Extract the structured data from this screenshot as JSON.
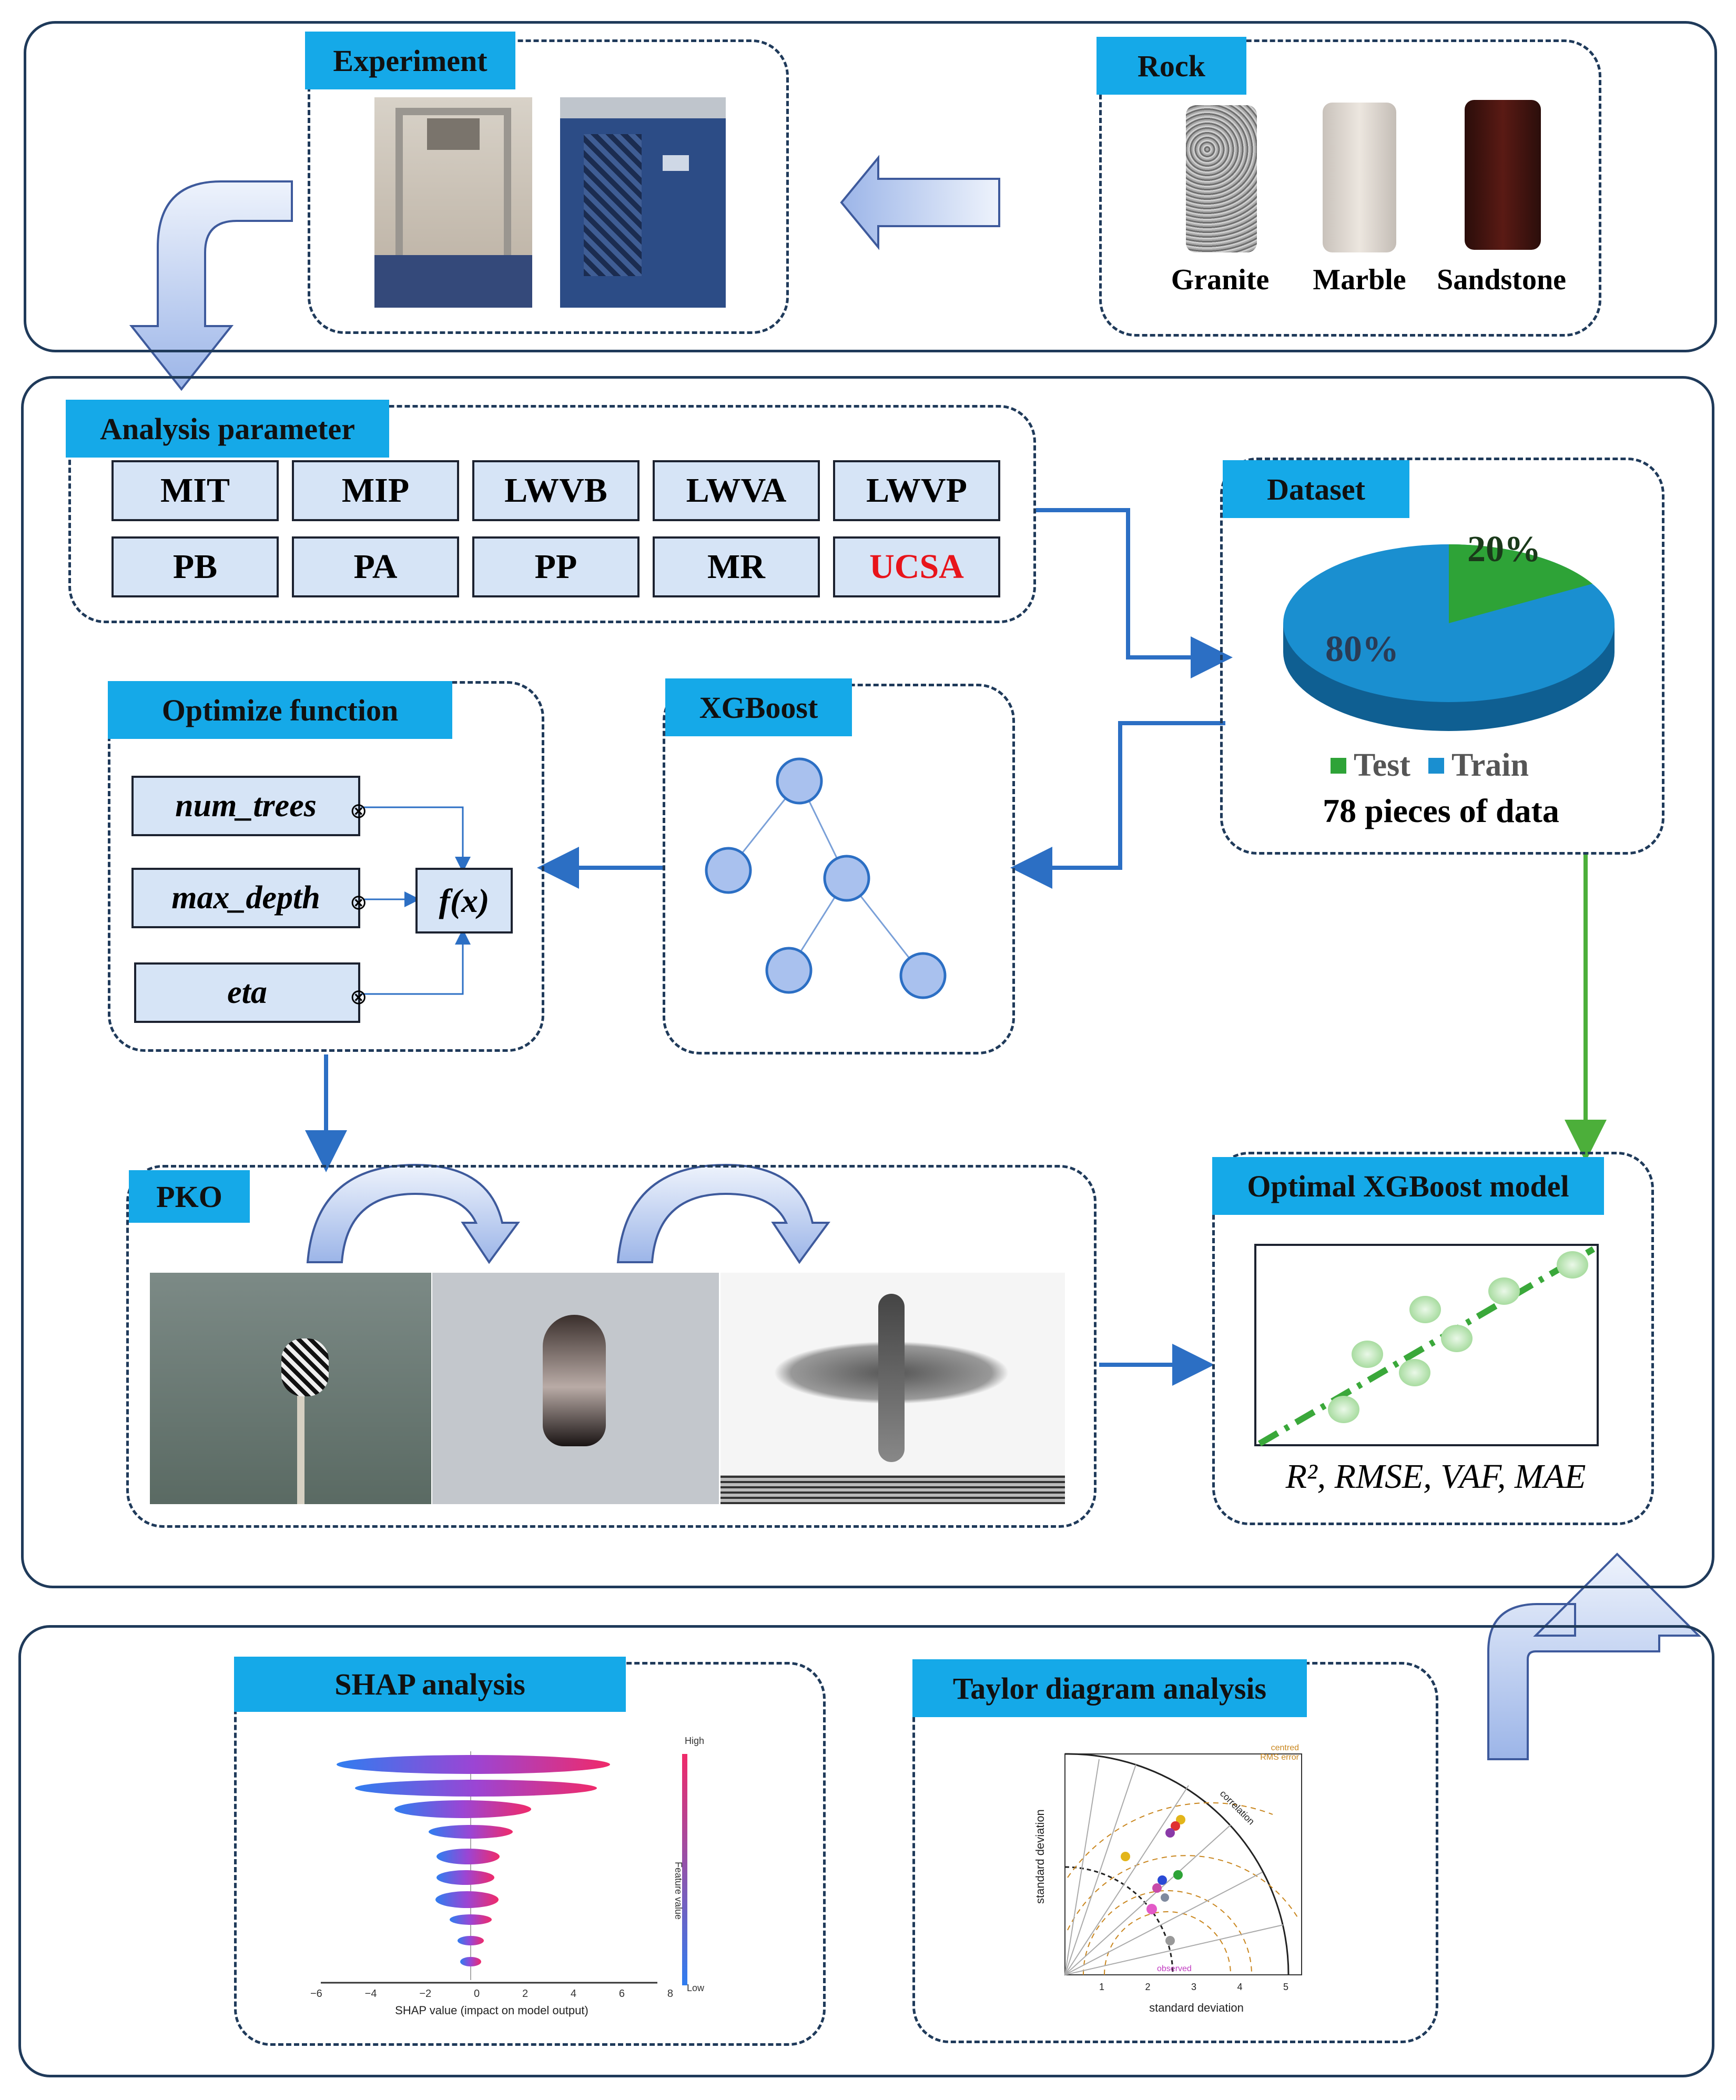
{
  "experiment": {
    "title": "Experiment"
  },
  "rock": {
    "title": "Rock",
    "samples": [
      "Granite",
      "Marble",
      "Sandstone"
    ]
  },
  "analysis": {
    "title": "Analysis parameter",
    "params": [
      "MIT",
      "MIP",
      "LWVB",
      "LWVA",
      "LWVP",
      "PB",
      "PA",
      "PP",
      "MR",
      "UCSA"
    ],
    "target_color": "#e8141b"
  },
  "dataset": {
    "title": "Dataset",
    "test_pct": "20%",
    "train_pct": "80%",
    "legend_test": "Test",
    "legend_train": "Train",
    "count": "78 pieces of data",
    "test_color": "#2ea337",
    "train_color": "#1a8fd0"
  },
  "optimize": {
    "title": "Optimize function",
    "params": [
      "num_trees",
      "max_depth",
      "eta"
    ],
    "function_label": "f(x)"
  },
  "xgboost": {
    "title": "XGBoost"
  },
  "pko": {
    "title": "PKO"
  },
  "optimal": {
    "title": "Optimal XGBoost model",
    "metrics": "R², RMSE, VAF, MAE"
  },
  "shap": {
    "title": "SHAP analysis",
    "xlabel": "SHAP value (impact on model output)",
    "x_ticks": [
      "−6",
      "−4",
      "−2",
      "0",
      "2",
      "4",
      "6",
      "8"
    ],
    "colorbar_high": "High",
    "colorbar_low": "Low",
    "colorbar_label": "Feature value"
  },
  "taylor": {
    "title": "Taylor diagram analysis",
    "xlabel": "standard deviation",
    "ylabel": "standard deviation",
    "correlation_label": "correlation",
    "rms_label": "centred RMS error",
    "observed_label": "observed",
    "ticks": [
      "1",
      "2",
      "3",
      "4",
      "5"
    ]
  },
  "colors": {
    "accent_tag": "#15a9e8",
    "panel_border": "#1f3a5a",
    "flow_arrow": "#2c6fc4",
    "green_arrow": "#4caf3a"
  }
}
